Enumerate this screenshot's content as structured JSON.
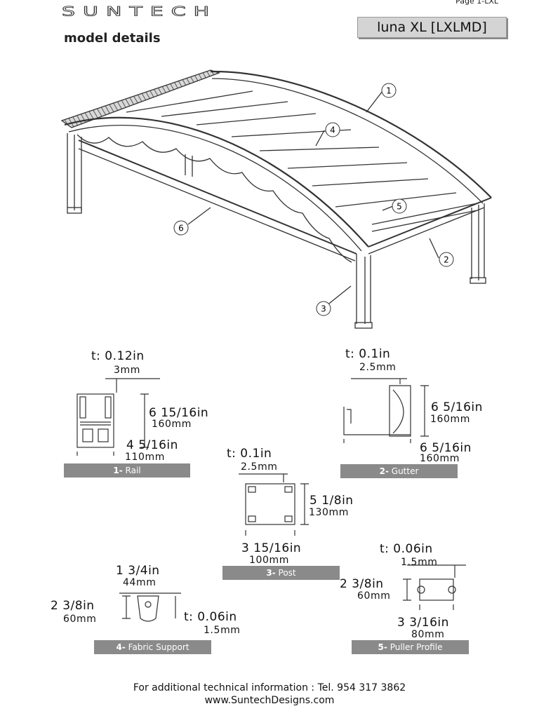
{
  "header": {
    "brand": "SUNTECH",
    "subtitle": "model details",
    "page_number": "Page 1-LXL",
    "model_name": "luna XL [LXLMD]"
  },
  "callouts": [
    "1",
    "2",
    "3",
    "4",
    "5",
    "6"
  ],
  "profiles": {
    "rail": {
      "label_num": "1-",
      "label_name": "Rail",
      "thickness_in": "t: 0.12in",
      "thickness_mm": "3mm",
      "height_in": "6  15/16in",
      "height_mm": "160mm",
      "width_in": "4  5/16in",
      "width_mm": "110mm"
    },
    "gutter": {
      "label_num": "2-",
      "label_name": "Gutter",
      "thickness_in": "t: 0.1in",
      "thickness_mm": "2.5mm",
      "height_in": "6  5/16in",
      "height_mm": "160mm",
      "width_in": "6  5/16in",
      "width_mm": "160mm"
    },
    "post": {
      "label_num": "3-",
      "label_name": "Post",
      "thickness_in": "t: 0.1in",
      "thickness_mm": "2.5mm",
      "height_in": "5  1/8in",
      "height_mm": "130mm",
      "width_in": "3  15/16in",
      "width_mm": "100mm"
    },
    "fabric_support": {
      "label_num": "4-",
      "label_name": "Fabric Support",
      "width_in": "1  3/4in",
      "width_mm": "44mm",
      "height_in": "2  3/8in",
      "height_mm": "60mm",
      "thickness_in": "t: 0.06in",
      "thickness_mm": "1.5mm"
    },
    "puller_profile": {
      "label_num": "5-",
      "label_name": "Puller Profile",
      "thickness_in": "t: 0.06in",
      "thickness_mm": "1.5mm",
      "height_in": "2  3/8in",
      "height_mm": "60mm",
      "width_in": "3  3/16in",
      "width_mm": "80mm"
    }
  },
  "footer": {
    "line1": "For additional technical information : Tel. 954 317 3862",
    "line2": "www.SuntechDesigns.com"
  }
}
